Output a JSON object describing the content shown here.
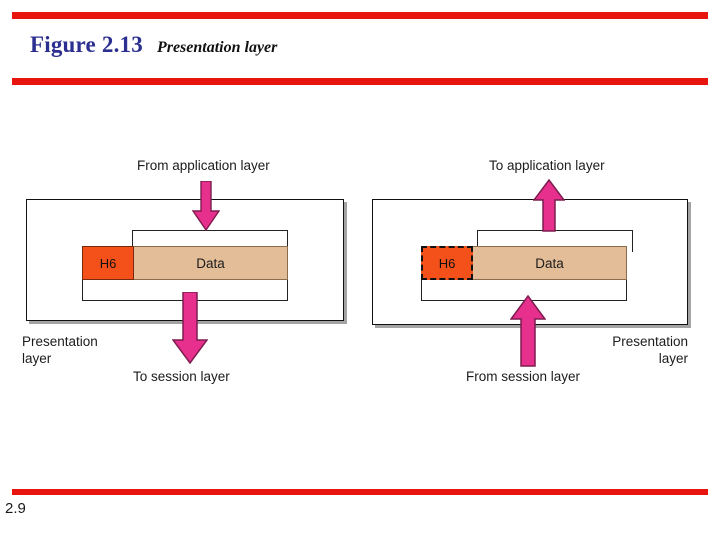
{
  "slide": {
    "figure_number": "Figure 2.13",
    "figure_caption": "Presentation layer",
    "page_number": "2.9",
    "accent_red": "#e8150f",
    "title_blue": "#2b2f8f"
  },
  "figure": {
    "colors": {
      "header_fill": "#f4511a",
      "data_fill": "#e2bd97",
      "arrow_fill": "#e72f8e",
      "arrow_stroke": "#7d1d4e",
      "box_stroke": "#111111"
    },
    "panels": [
      {
        "id": "sender",
        "top_label": "From application layer",
        "bottom_label": "To session layer",
        "layer_label_line1": "Presentation",
        "layer_label_line2": "layer",
        "layer_label_align": "left",
        "header_cell": "H6",
        "data_cell": "Data",
        "header_style": "solid",
        "top_arrow_direction": "down",
        "bottom_arrow_direction": "down"
      },
      {
        "id": "receiver",
        "top_label": "To application layer",
        "bottom_label": "From session layer",
        "layer_label_line1": "Presentation",
        "layer_label_line2": "layer",
        "layer_label_align": "right",
        "header_cell": "H6",
        "data_cell": "Data",
        "header_style": "dashed",
        "top_arrow_direction": "up",
        "bottom_arrow_direction": "up"
      }
    ]
  }
}
